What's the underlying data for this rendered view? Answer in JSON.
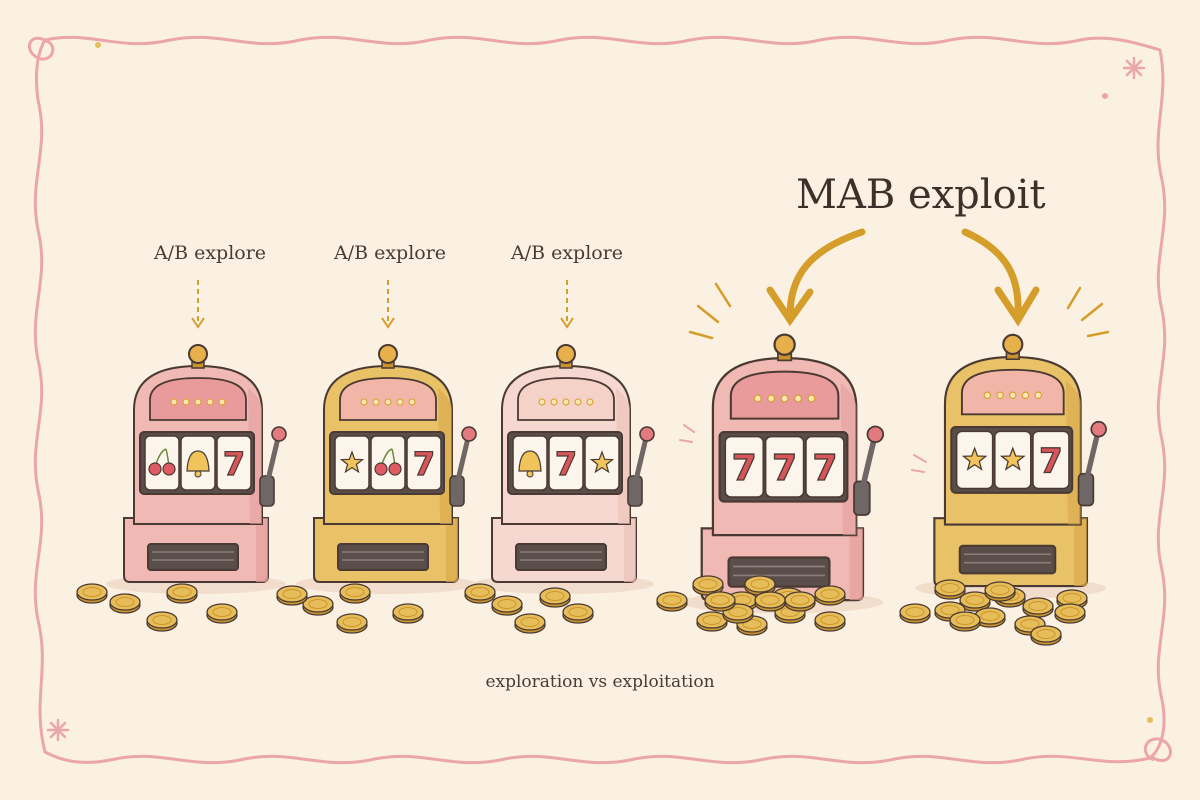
{
  "labels": {
    "explore": [
      "A/B explore",
      "A/B explore",
      "A/B explore"
    ],
    "exploit": "MAB exploit",
    "caption": "exploration vs exploitation"
  },
  "machines": [
    {
      "role": "explore",
      "color": "pink",
      "reels": [
        "cherry",
        "bell",
        "7"
      ],
      "coins": 5
    },
    {
      "role": "explore",
      "color": "gold",
      "reels": [
        "star",
        "cherry",
        "7"
      ],
      "coins": 5
    },
    {
      "role": "explore",
      "color": "pale-pink",
      "reels": [
        "bell",
        "7",
        "star"
      ],
      "coins": 5
    },
    {
      "role": "exploit",
      "color": "pink",
      "reels": [
        "7",
        "7",
        "7"
      ],
      "coins": 14
    },
    {
      "role": "exploit",
      "color": "gold",
      "reels": [
        "star",
        "star",
        "7"
      ],
      "coins": 13
    }
  ],
  "colors": {
    "background": "#fbf1e3",
    "border": "#eba6a8",
    "arrow": "#d59d2a",
    "pink_body": "#f0b9b4",
    "gold_body": "#e9c268",
    "pale_body": "#f6d8d0",
    "coin": "#e7bd5a"
  }
}
